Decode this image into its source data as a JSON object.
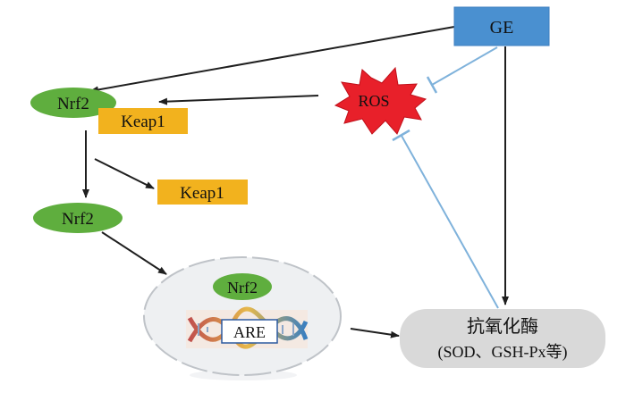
{
  "nodes": {
    "ge": {
      "label": "GE",
      "color": "#4a90d0"
    },
    "ros": {
      "label": "ROS",
      "color": "#e8202a"
    },
    "nrf2_top": {
      "label": "Nrf2",
      "color": "#5fae3e"
    },
    "keap1_bound": {
      "label": "Keap1",
      "color": "#f2b21e"
    },
    "keap1_free": {
      "label": "Keap1",
      "color": "#f2b21e"
    },
    "nrf2_mid": {
      "label": "Nrf2",
      "color": "#5fae3e"
    },
    "nucleus_nrf2": {
      "label": "Nrf2",
      "color": "#5fae3e"
    },
    "are": {
      "label": "ARE"
    },
    "enzymes": {
      "line1": "抗氧化酶",
      "line2": "(SOD、GSH-Px等)",
      "color": "#d9d9d9"
    }
  },
  "colors": {
    "arrow": "#1f1f1f",
    "inhibition": "#7fb2db",
    "nucleus_fill": "#eef0f2",
    "nucleus_border": "#bfc3c8"
  }
}
